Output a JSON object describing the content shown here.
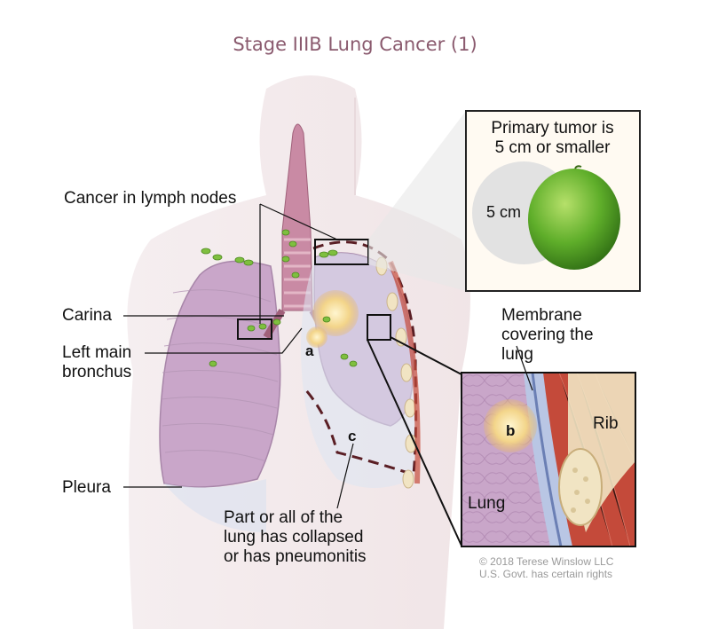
{
  "title": "Stage IIIB Lung Cancer (1)",
  "labels": {
    "lymph_nodes": "Cancer in lymph nodes",
    "carina": "Carina",
    "left_main_bronchus": "Left main\nbronchus",
    "pleura": "Pleura",
    "collapsed": "Part or all of the\nlung has collapsed\nor has pneumonitis",
    "membrane": "Membrane\ncovering the\nlung",
    "rib": "Rib",
    "lung": "Lung",
    "size_value": "5 cm"
  },
  "letters": {
    "a": "a",
    "b": "b",
    "c": "c"
  },
  "inset": {
    "title": "Primary tumor is\n5 cm or smaller"
  },
  "copyright": "© 2018 Terese Winslow LLC\nU.S. Govt. has certain rights",
  "colors": {
    "title": "#8a5a6e",
    "lung": "#c9a6c9",
    "tumor": "#f3d58a",
    "lymph": "#7fbf3f",
    "lime": "#5fae2a",
    "muscle": "#c44a3a"
  }
}
